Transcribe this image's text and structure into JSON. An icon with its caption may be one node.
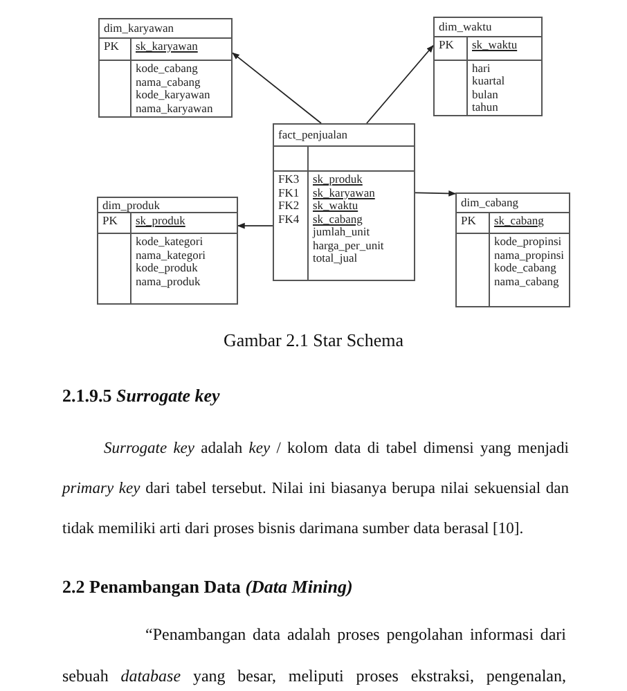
{
  "diagram": {
    "caption": "Gambar 2.1 Star Schema",
    "nodes": [
      {
        "text": [
          "dim_karyawan"
        ]
      },
      {
        "text": [
          "PK"
        ],
        "in": 0
      },
      {
        "text": [
          "sk_karyawan"
        ],
        "in": 0
      },
      {
        "text": [],
        "shape": "box",
        "in": 0
      },
      {
        "text": [
          "kode_cabang",
          "nama_cabang",
          "kode_karyawan",
          "nama_karyawan"
        ],
        "in": 0
      },
      {
        "text": [
          "dim_waktu"
        ]
      },
      {
        "text": [
          "PK"
        ],
        "in": 5
      },
      {
        "text": [
          "sk_waktu"
        ],
        "in": 5
      },
      {
        "text": [],
        "shape": "box",
        "in": 5
      },
      {
        "text": [
          "hari",
          "kuartal",
          "bulan",
          "tahun"
        ],
        "in": 5
      },
      {
        "text": [
          "fact_penjualan"
        ]
      },
      {
        "text": [],
        "shape": "box",
        "in": 10
      },
      {
        "text": [],
        "shape": "box",
        "in": 10
      },
      {
        "text": [
          "FK3",
          "FK1",
          "FK2",
          "FK4"
        ],
        "in": 10
      },
      {
        "text": [
          "sk_produk",
          "sk_karyawan",
          "sk_waktu",
          "sk_cabang",
          "jumlah_unit",
          "harga_per_unit",
          "total_jual"
        ],
        "in": 10
      },
      {
        "text": [
          "dim_produk"
        ]
      },
      {
        "text": [
          "PK"
        ],
        "in": 15
      },
      {
        "text": [
          "sk_produk"
        ],
        "in": 15
      },
      {
        "text": [],
        "shape": "box",
        "in": 15
      },
      {
        "text": [
          "kode_kategori",
          "nama_kategori",
          "kode_produk",
          "nama_produk"
        ],
        "in": 15
      },
      {
        "text": [
          "dim_cabang"
        ]
      },
      {
        "text": [
          "PK"
        ],
        "in": 20
      },
      {
        "text": [
          "sk_cabang"
        ],
        "in": 20
      },
      {
        "text": [],
        "shape": "box",
        "in": 20
      },
      {
        "text": [
          "kode_propinsi",
          "nama_propinsi",
          "kode_cabang",
          "nama_cabang"
        ],
        "in": 20
      }
    ],
    "edges": [
      {
        "from": 10,
        "to": 0,
        "arrow": "to"
      },
      {
        "from": 10,
        "to": 5,
        "arrow": "to"
      },
      {
        "from": 10,
        "to": 15,
        "arrow": "to"
      },
      {
        "from": 10,
        "to": 20,
        "arrow": "to"
      }
    ],
    "labels": [
      "2.1.9.5 *Surrogate key*",
      "*Surrogate key* adalah *key* / kolom data di tabel dimensi yang menjadi *primary key* dari tabel tersebut. Nilai ini biasanya berupa nilai sekuensial dan tidak memiliki arti dari proses bisnis darimana sumber data berasal [10].",
      "2.2 Penambangan Data *(Data Mining)*",
      "“Penambangan data adalah proses pengolahan informasi dari sebuah *database* yang besar, meliputi proses ekstraksi, pengenalan, komprehensif,"
    ]
  }
}
